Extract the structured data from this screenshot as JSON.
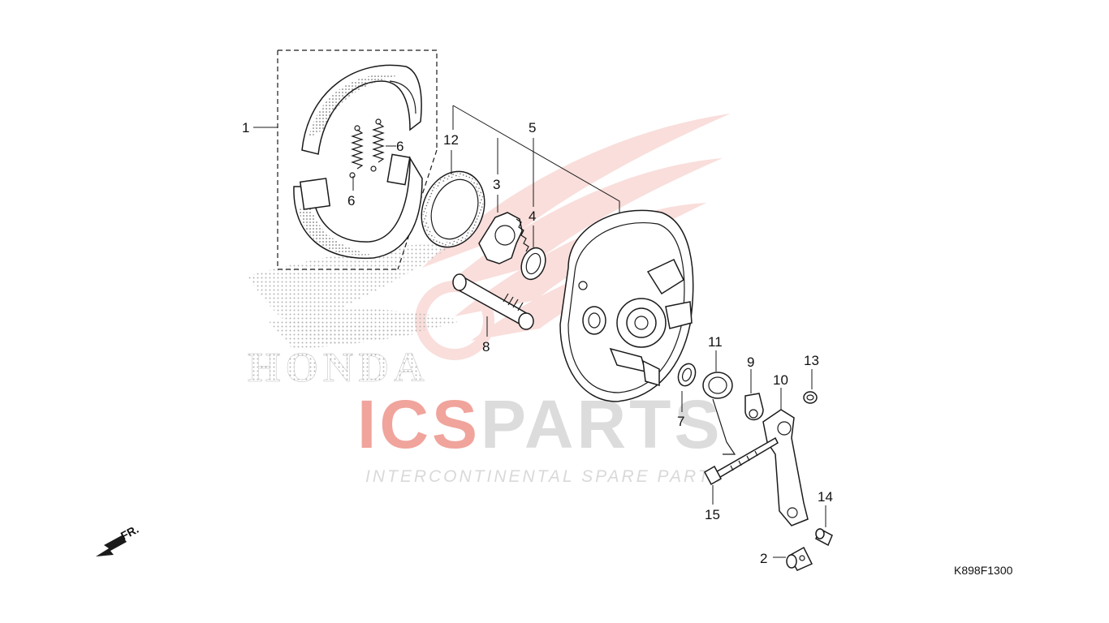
{
  "diagram": {
    "code": "K898F1300",
    "direction_label": "FR.",
    "watermark": {
      "brand": "ICSPARTS",
      "brand_accent": "ICS",
      "brand_rest": "PARTS",
      "tagline": "INTERCONTINENTAL SPARE PARTS",
      "logo_text": "HONDA",
      "colors": {
        "accent": "#e0463a",
        "grey": "#c9c9c9",
        "wing": "#f2b8b1"
      }
    },
    "callouts": [
      {
        "id": "1",
        "label": "1"
      },
      {
        "id": "12",
        "label": "12"
      },
      {
        "id": "3",
        "label": "3"
      },
      {
        "id": "5",
        "label": "5"
      },
      {
        "id": "6a",
        "label": "6"
      },
      {
        "id": "6b",
        "label": "6"
      },
      {
        "id": "4",
        "label": "4"
      },
      {
        "id": "8",
        "label": "8"
      },
      {
        "id": "11",
        "label": "11"
      },
      {
        "id": "9",
        "label": "9"
      },
      {
        "id": "13",
        "label": "13"
      },
      {
        "id": "10",
        "label": "10"
      },
      {
        "id": "7",
        "label": "7"
      },
      {
        "id": "15",
        "label": "15"
      },
      {
        "id": "14",
        "label": "14"
      },
      {
        "id": "2",
        "label": "2"
      }
    ]
  }
}
